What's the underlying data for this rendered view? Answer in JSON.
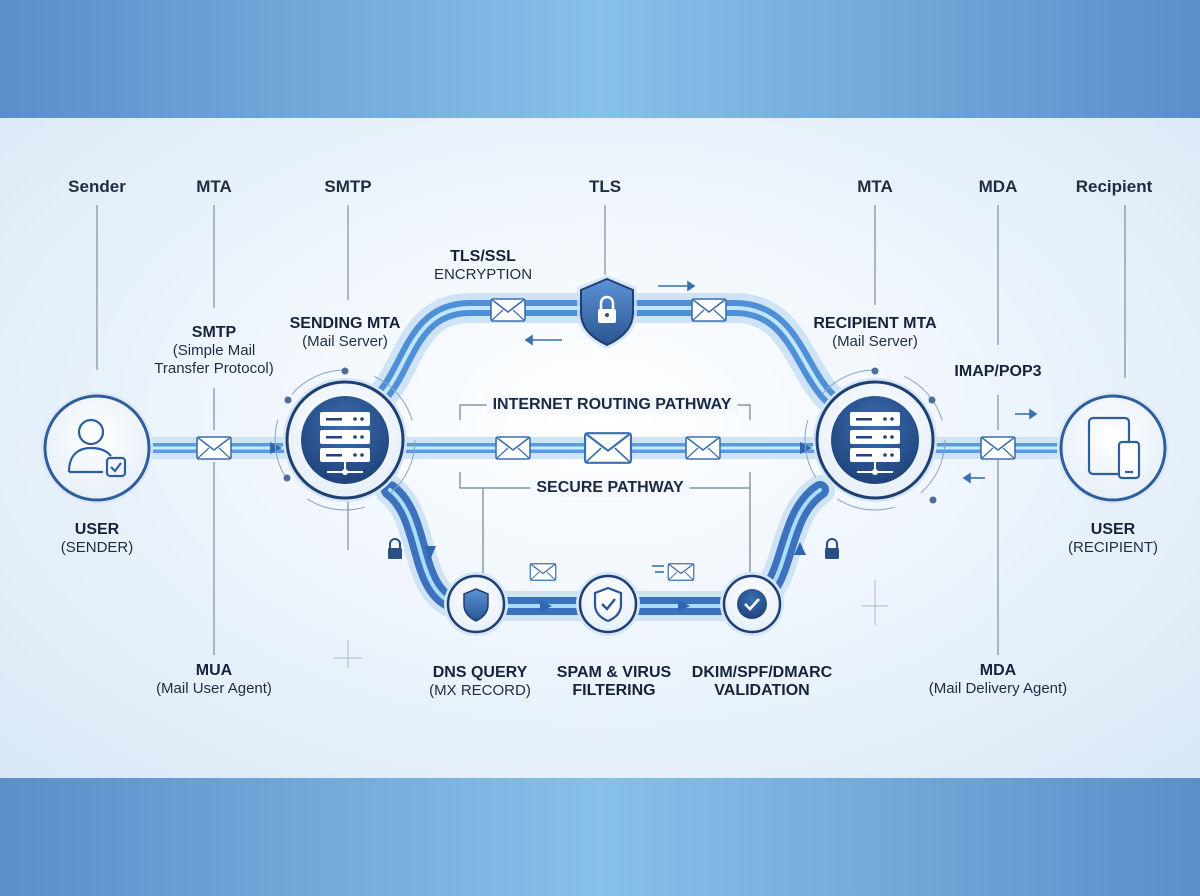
{
  "columns": {
    "sender": "Sender",
    "mta_left": "MTA",
    "smtp": "SMTP",
    "tls": "TLS",
    "mta_right": "MTA",
    "mda": "MDA",
    "recipient": "Recipient"
  },
  "smtp_label": {
    "title": "SMTP",
    "line1": "(Simple Mail",
    "line2": "Transfer Protocol)"
  },
  "sending_mta": {
    "title": "SENDING MTA",
    "subtitle": "(Mail Server)"
  },
  "tls_ssl": {
    "title": "TLS/SSL",
    "subtitle": "ENCRYPTION"
  },
  "recipient_mta": {
    "title": "RECIPIENT MTA",
    "subtitle": "(Mail Server)"
  },
  "imap_pop3": "IMAP/POP3",
  "internet_routing": "INTERNET ROUTING PATHWAY",
  "secure_pathway": "SECURE PATHWAY",
  "user_sender": {
    "title": "USER",
    "subtitle": "(SENDER)"
  },
  "user_recipient": {
    "title": "USER",
    "subtitle": "(RECIPIENT)"
  },
  "mua": {
    "title": "MUA",
    "subtitle": "(Mail User Agent)"
  },
  "dns": {
    "title": "DNS QUERY",
    "subtitle": "(MX RECORD)"
  },
  "spam": {
    "line1": "SPAM & VIRUS",
    "line2": "FILTERING"
  },
  "dkim": {
    "line1": "DKIM/SPF/DMARC",
    "line2": "VALIDATION"
  },
  "mda_bottom": {
    "title": "MDA",
    "subtitle": "(Mail Delivery Agent)"
  },
  "colors": {
    "accent": "#3d7cc9",
    "dark_node": "#2a5592",
    "glow": "#8fd0ff",
    "outline": "#1f3f73"
  },
  "icons": [
    "user-icon",
    "server-icon",
    "shield-lock-icon",
    "envelope-icon",
    "shield-icon",
    "shield-check-icon",
    "check-badge-icon",
    "tablet-phone-icon",
    "padlock-icon"
  ]
}
